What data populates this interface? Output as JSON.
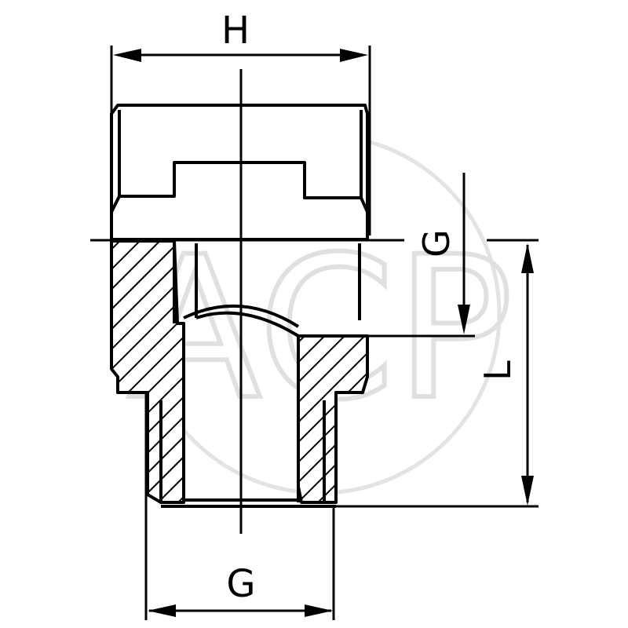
{
  "drawing": {
    "type": "technical-drawing",
    "subject": "reducing pipe fitting (female to male thread) cross-section",
    "colors": {
      "line": "#000000",
      "watermark": "#e0e0e0",
      "background": "#ffffff"
    }
  },
  "dimensions": {
    "width_label": "H",
    "female_thread_label": "G",
    "male_thread_label": "G",
    "length_label": "L"
  },
  "watermark": {
    "text": "ACP"
  }
}
